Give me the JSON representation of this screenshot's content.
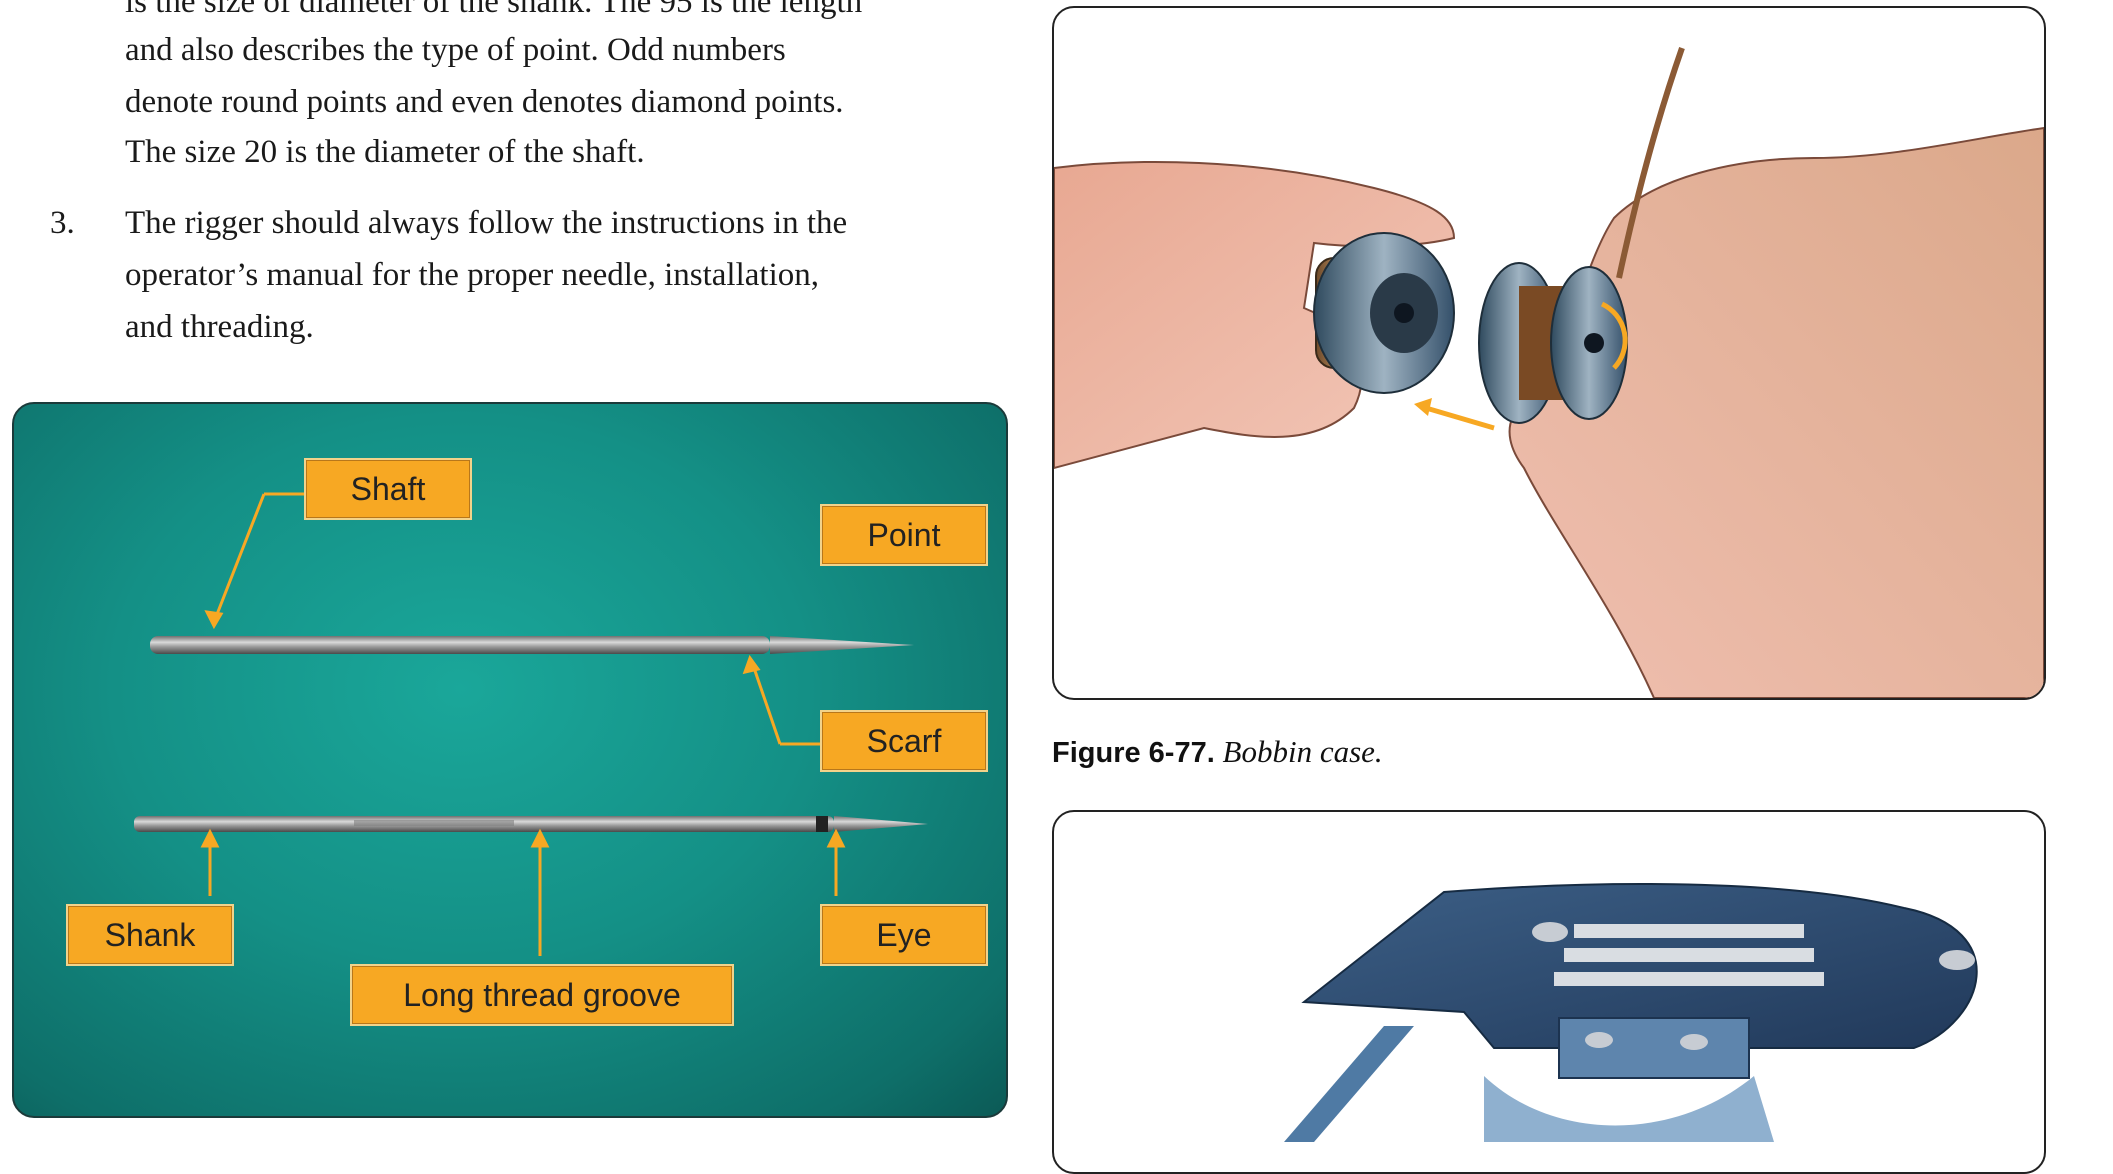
{
  "text": {
    "line_partial": "is the size of diameter of the shank. The 95 is the length",
    "line_2": "and also describes the type of point. Odd numbers",
    "line_3": "denote round points and even denotes diamond points.",
    "line_4": "The size 20 is the diameter of the shaft.",
    "item3_number": "3.",
    "item3_line1": "The rigger should always follow the instructions in the",
    "item3_line2": "operator’s manual for the proper needle, installation,",
    "item3_line3": "and threading."
  },
  "needle_photo": {
    "labels": {
      "shaft": "Shaft",
      "point": "Point",
      "scarf": "Scarf",
      "shank": "Shank",
      "eye": "Eye",
      "groove": "Long thread groove"
    },
    "label_color": "#f7a823",
    "arrow_color": "#f7a823",
    "background_color": "#149086"
  },
  "figure_77": {
    "number": "Figure 6-77.",
    "title": "Bobbin case."
  }
}
